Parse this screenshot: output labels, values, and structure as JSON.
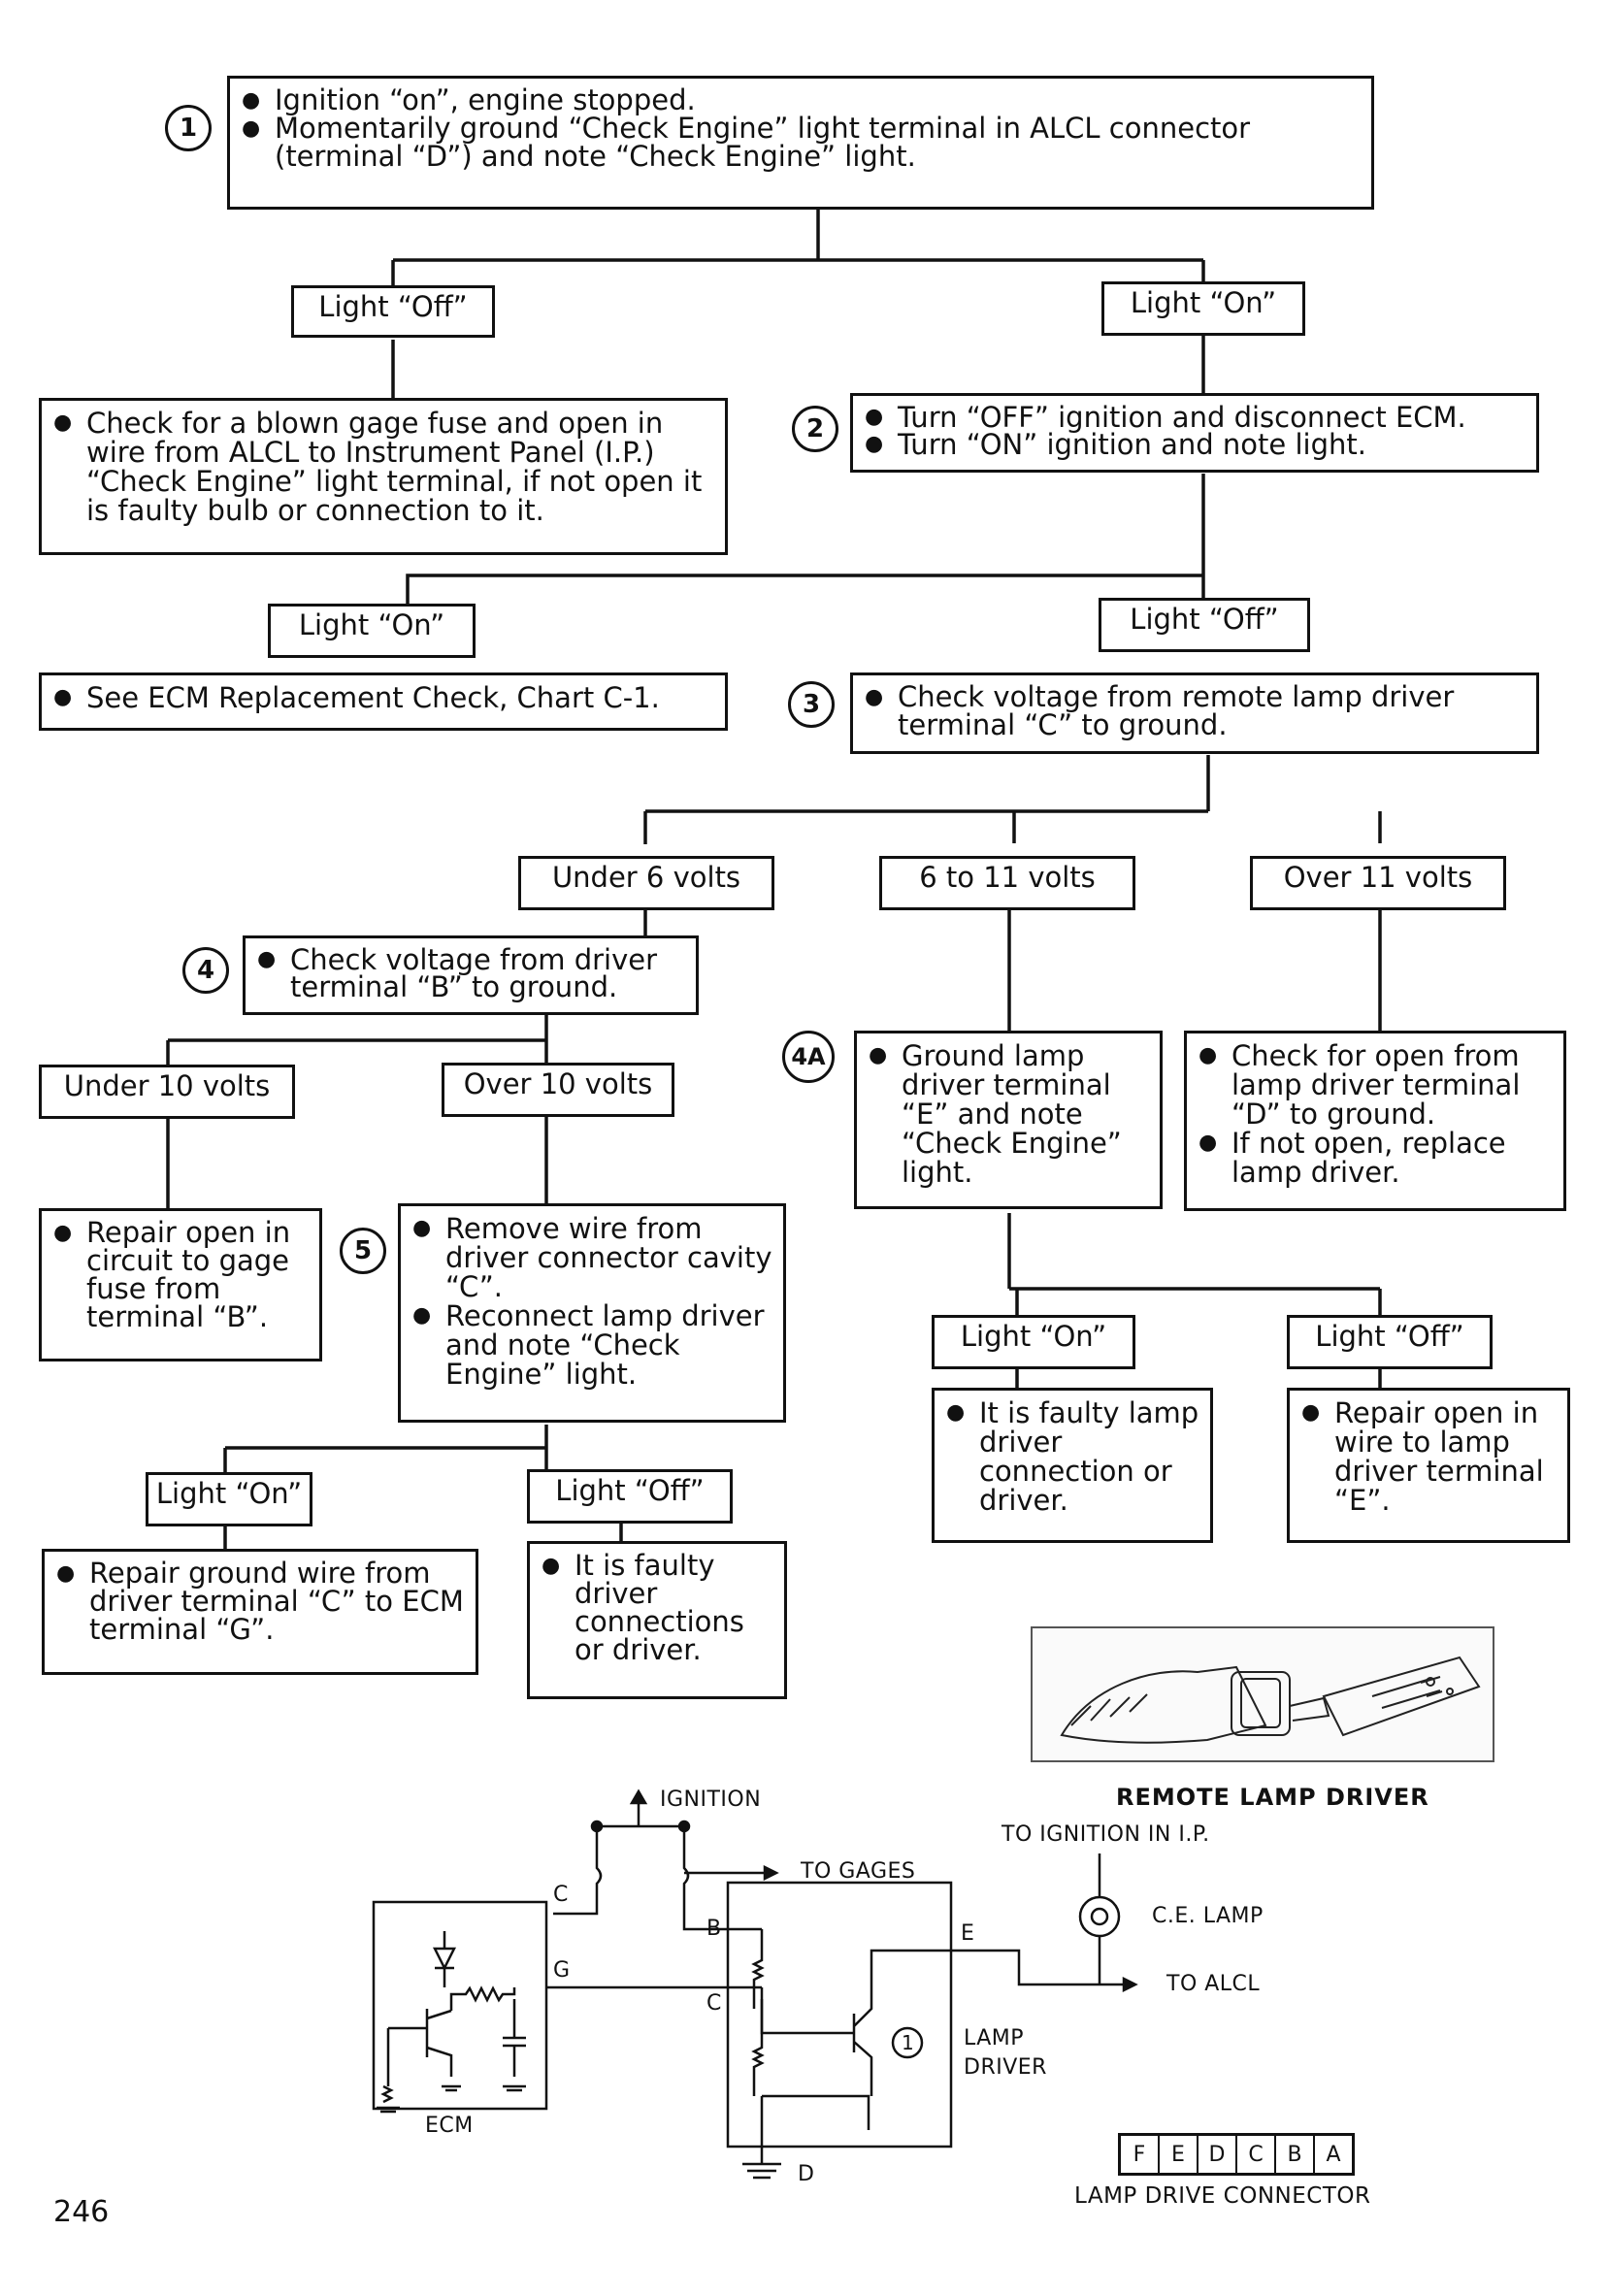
{
  "steps": {
    "s1": "1",
    "s2": "2",
    "s3": "3",
    "s4": "4",
    "s4a": "4A",
    "s5": "5"
  },
  "boxes": {
    "b1": [
      "Ignition “on”, engine stopped.",
      "Momentarily ground “Check Engine” light terminal in ALCL connector (terminal “D”) and note “Check Engine” light."
    ],
    "b_fuse": [
      "Check for a blown gage fuse and open in wire from ALCL to Instrument Panel (I.P.) “Check Engine” light terminal, if not open it is faulty bulb or connection to it."
    ],
    "b2": [
      "Turn “OFF” ignition and disconnect ECM.",
      "Turn “ON” ignition and note light."
    ],
    "b_ecm": [
      "See ECM Replacement Check, Chart C-1."
    ],
    "b3": [
      "Check voltage from remote lamp driver terminal “C” to ground."
    ],
    "b4": [
      "Check voltage from driver terminal “B” to ground."
    ],
    "b4a": [
      "Ground lamp driver terminal “E” and note “Check Engine” light."
    ],
    "b_over11": [
      "Check for open from lamp driver terminal “D” to ground.",
      "If not open, replace lamp driver."
    ],
    "b_repair_gage": [
      "Repair open in circuit to gage fuse from terminal “B”."
    ],
    "b5": [
      "Remove wire from driver connector cavity “C”.",
      "Reconnect lamp driver and note “Check Engine” light."
    ],
    "b_faulty_lamp": [
      "It is faulty lamp driver connection or driver."
    ],
    "b_repair_e": [
      "Repair open in wire to lamp driver terminal “E”."
    ],
    "b_repair_g": [
      "Repair ground wire from driver terminal “C” to ECM terminal “G”."
    ],
    "b_faulty_driver": [
      "It is faulty driver connections or driver."
    ]
  },
  "labels": {
    "l1_off": "Light “Off”",
    "l1_on": "Light “On”",
    "l2_on": "Light “On”",
    "l2_off": "Light “Off”",
    "l3_under6": "Under 6 volts",
    "l3_6to11": "6 to 11 volts",
    "l3_over11": "Over 11 volts",
    "l4_under10": "Under 10 volts",
    "l4_over10": "Over 10 volts",
    "l4a_on": "Light “On”",
    "l4a_off": "Light “Off”",
    "l5_on": "Light “On”",
    "l5_off": "Light “Off”"
  },
  "schematic": {
    "ignition": "IGNITION",
    "to_gages": "TO GAGES",
    "to_ignition_ip": "TO IGNITION IN I.P.",
    "ce_lamp": "C.E. LAMP",
    "to_alcl": "TO ALCL",
    "lamp_driver": [
      "LAMP",
      "DRIVER"
    ],
    "ecm": "ECM",
    "remote_lamp_driver": "REMOTE LAMP DRIVER",
    "lamp_drive_connector": "LAMP DRIVE CONNECTOR",
    "connector_pins": [
      "F",
      "E",
      "D",
      "C",
      "B",
      "A"
    ],
    "terminals": {
      "c_ecm": "C",
      "g_ecm": "G",
      "b_drv": "B",
      "c_drv": "C",
      "e_drv": "E",
      "d_drv": "D"
    },
    "driver_ref": "1"
  },
  "page_number": "246"
}
